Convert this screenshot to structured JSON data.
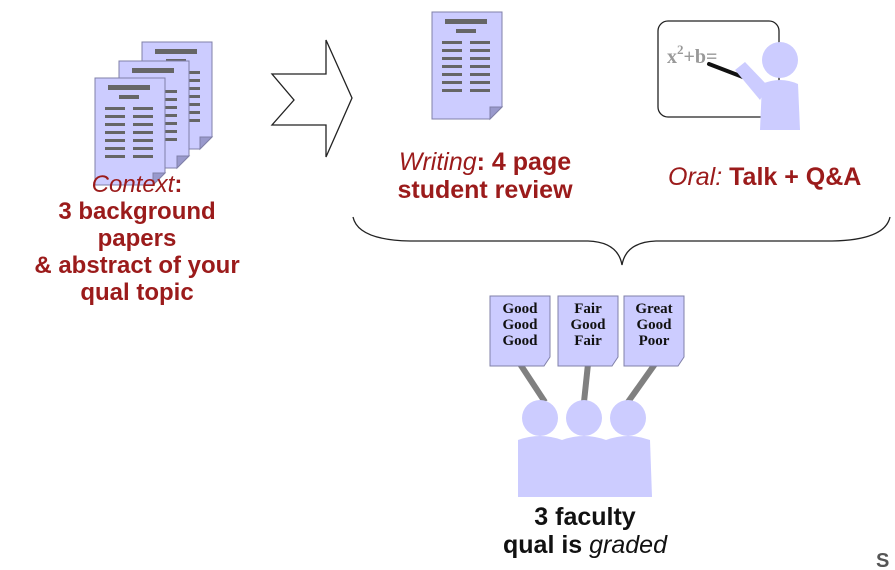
{
  "context": {
    "label_italic": "Context",
    "label_colon": ":",
    "line2": "3 background",
    "line3": "papers",
    "line4": "& abstract of your",
    "line5": "qual topic"
  },
  "writing": {
    "label_italic": "Writing",
    "label_rest": ": 4 page",
    "line2": "student review"
  },
  "oral": {
    "label_italic": "Oral:",
    "label_rest": " Talk + Q&A"
  },
  "board": {
    "base": "x",
    "exponent": "2",
    "rest": "+b="
  },
  "grades": [
    {
      "line1": "Good",
      "line2": "Good",
      "line3": "Good"
    },
    {
      "line1": "Fair",
      "line2": "Good",
      "line3": "Fair"
    },
    {
      "line1": "Great",
      "line2": "Good",
      "line3": "Poor"
    }
  ],
  "faculty": {
    "line1": "3 faculty",
    "line2_plain": "qual is ",
    "line2_italic": "graded"
  },
  "corner_text": "S",
  "colors": {
    "accent_red": "#9b1b1b",
    "paper_fill": "#ccccff",
    "paper_line": "#666666",
    "stick": "#808080"
  }
}
